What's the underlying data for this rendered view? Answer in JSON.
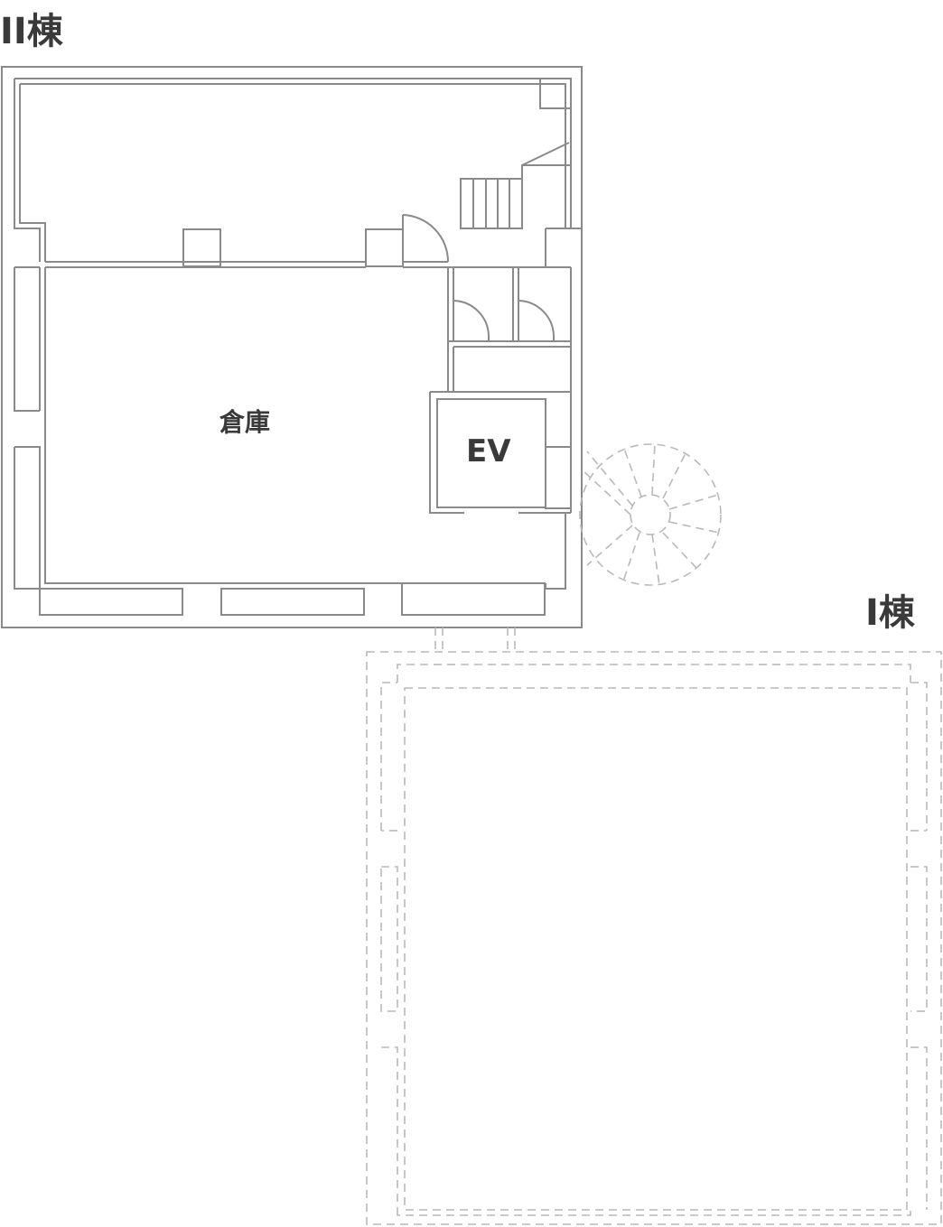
{
  "labels": {
    "building_2": "II棟",
    "building_1": "I棟",
    "room_storage": "倉庫",
    "elevator": "EV"
  },
  "colors": {
    "wall_line": "#8a8a8a",
    "hidden_line": "#b9b9b9",
    "label_text": "#3a3a3a",
    "background": "#ffffff"
  }
}
